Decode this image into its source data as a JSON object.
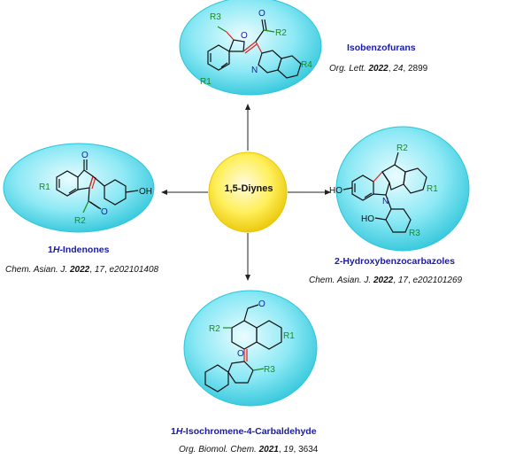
{
  "center": {
    "label": "1,5-Diynes"
  },
  "products": {
    "isobenzofurans": {
      "title": "Isobenzofurans",
      "ref_journal": "Org. Lett.",
      "ref_year": "2022",
      "ref_volume": "24",
      "ref_page": "2899",
      "atoms": {
        "r3": "R3",
        "r2": "R2",
        "r4": "R4",
        "r1": "R1",
        "o_ring": "O",
        "o_carbonyl": "O",
        "n": "N"
      }
    },
    "indenones": {
      "title_prefix": "1",
      "title_italic": "H",
      "title_suffix": "-Indenones",
      "ref_journal": "Chem. Asian. J.",
      "ref_year": "2022",
      "ref_volume": "17",
      "ref_page": "e202101408",
      "atoms": {
        "r1": "R1",
        "r2": "R2",
        "oh": "OH",
        "o_top": "O",
        "o_bottom": "O"
      }
    },
    "carbazoles": {
      "title": "2-Hydroxybenzocarbazoles",
      "ref_journal": "Chem. Asian. J.",
      "ref_year": "2022",
      "ref_volume": "17",
      "ref_page": "e202101269",
      "atoms": {
        "r2": "R2",
        "r1": "R1",
        "r3": "R3",
        "ho_left": "HO",
        "ho_lower": "HO",
        "n": "N"
      }
    },
    "isochromene": {
      "title_prefix": "1",
      "title_italic": "H",
      "title_suffix": "-Isochromene-4-Carbaldehyde",
      "ref_journal": "Org. Biomol. Chem.",
      "ref_year": "2021",
      "ref_volume": "19",
      "ref_page": "3634",
      "atoms": {
        "r2": "R2",
        "r1": "R1",
        "r3": "R3",
        "o_ring": "O",
        "o_ald": "O"
      }
    }
  },
  "colors": {
    "bubble_light": "#eafcff",
    "bubble_mid": "#7fe6f3",
    "bubble_edge": "#29c6db",
    "center_light": "#fffbe0",
    "center_mid": "#ffef5a",
    "center_edge": "#e8c800",
    "bond": "#111111",
    "new_bond": "#e0201a",
    "substituent": "#1a8c1a",
    "heteroatom": "#1a1aa6",
    "title": "#1a1aa6"
  }
}
